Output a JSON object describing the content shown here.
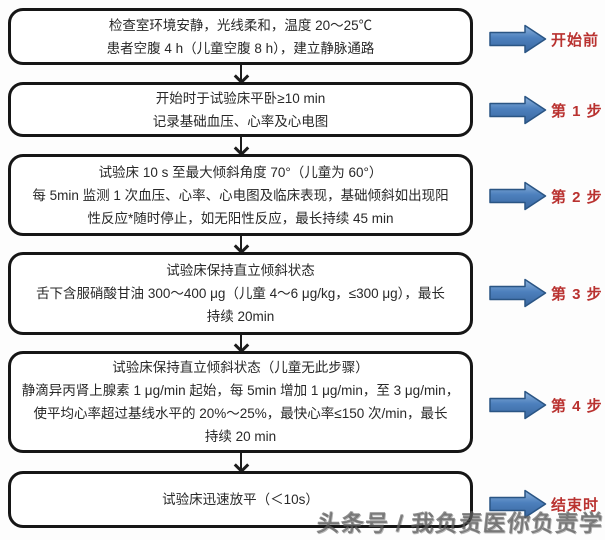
{
  "colors": {
    "box_border": "#161616",
    "box_text": "#282828",
    "arrow_fill_top": "#8fb4dd",
    "arrow_fill_mid": "#4d80bd",
    "arrow_fill_bottom": "#39669e",
    "arrow_stroke": "#2a5584",
    "label_red": "#b93230",
    "watermark_gray": "#606060"
  },
  "boxes": [
    {
      "lines": [
        "检查室环境安静，光线柔和，温度 20～25℃",
        "患者空腹 4 h（儿童空腹 8 h），建立静脉通路"
      ]
    },
    {
      "lines": [
        "开始时于试验床平卧≥10 min",
        "记录基础血压、心率及心电图"
      ]
    },
    {
      "lines": [
        "试验床 10 s 至最大倾斜角度 70°（儿童为 60°）",
        "每 5min 监测 1 次血压、心率、心电图及临床表现，基础倾斜如出现阳",
        "性反应*随时停止，如无阳性反应，最长持续 45 min"
      ]
    },
    {
      "lines": [
        "试验床保持直立倾斜状态",
        "舌下含服硝酸甘油 300～400 μg（儿童 4～6 μg/kg，≤300 μg），最长",
        "持续 20min"
      ]
    },
    {
      "lines": [
        "试验床保持直立倾斜状态（儿童无此步骤）",
        "静滴异丙肾上腺素 1 μg/min 起始，每 5min 增加 1 μg/min，至 3 μg/min，",
        "使平均心率超过基线水平的 20%～25%，最快心率≤150 次/min，最长",
        "持续 20 min"
      ]
    },
    {
      "lines": [
        "试验床迅速放平（＜10s）"
      ]
    }
  ],
  "stage_labels": [
    "开始前",
    "第 1 步",
    "第 2 步",
    "第 3 步",
    "第 4 步",
    "结束时"
  ],
  "watermark": "头条号 / 我负责医你负责学"
}
